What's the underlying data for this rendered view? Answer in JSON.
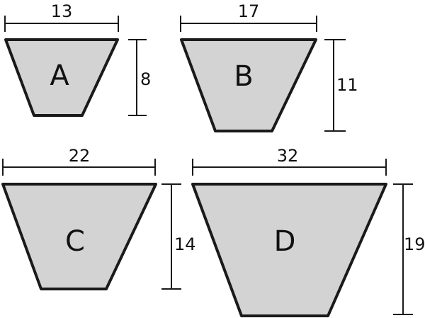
{
  "belts": [
    {
      "id": "a",
      "label": "A",
      "top_width": "13",
      "height": "8"
    },
    {
      "id": "b",
      "label": "B",
      "top_width": "17",
      "height": "11"
    },
    {
      "id": "c",
      "label": "C",
      "top_width": "22",
      "height": "14"
    },
    {
      "id": "d",
      "label": "D",
      "top_width": "32",
      "height": "19"
    }
  ],
  "colors": {
    "fill": "#d3d3d3",
    "outline": "#1a1a1a",
    "text": "#111111",
    "background": "#ffffff"
  }
}
